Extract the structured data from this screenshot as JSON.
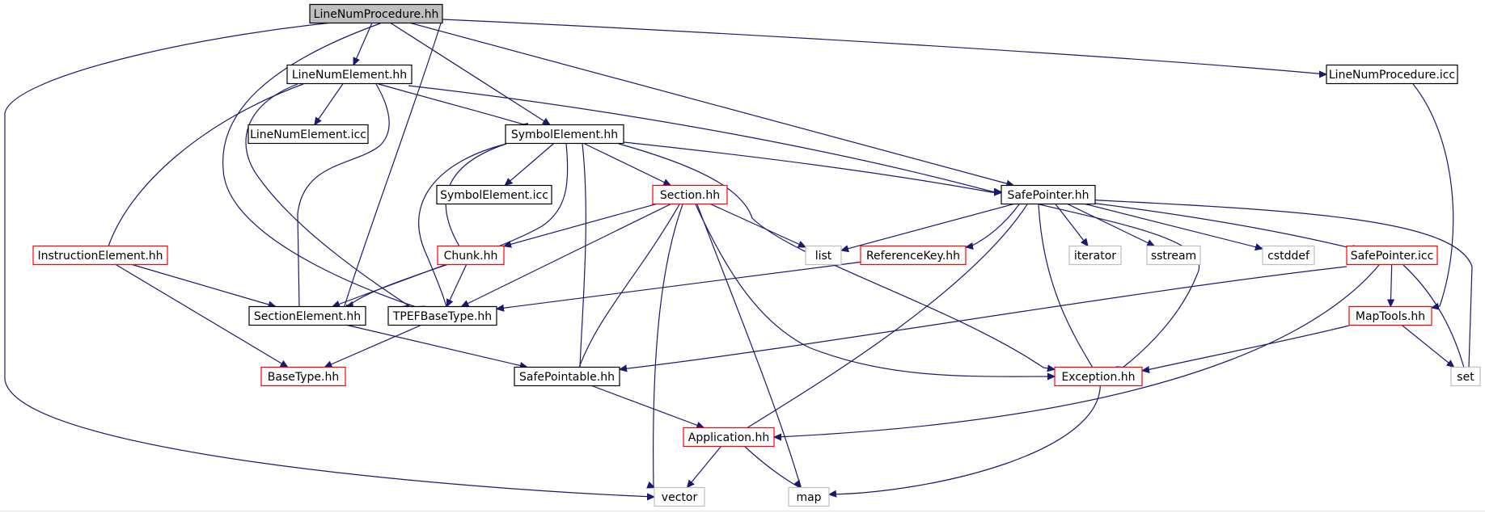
{
  "colors": {
    "edge": "#191970",
    "root_fill": "#bfbfbf",
    "root_border": "#000000",
    "documented_border": "#000000",
    "incomplete_border": "#ff0000",
    "external_border": "#bfbfbf",
    "node_fill": "#ffffff",
    "text": "#000000"
  },
  "nodes": [
    {
      "id": "LineNumProcedure_hh",
      "label": "LineNumProcedure.hh",
      "kind": "root"
    },
    {
      "id": "LineNumElement_hh",
      "label": "LineNumElement.hh",
      "kind": "documented"
    },
    {
      "id": "LineNumProcedure_icc",
      "label": "LineNumProcedure.icc",
      "kind": "documented"
    },
    {
      "id": "LineNumElement_icc",
      "label": "LineNumElement.icc",
      "kind": "documented"
    },
    {
      "id": "SymbolElement_hh",
      "label": "SymbolElement.hh",
      "kind": "documented"
    },
    {
      "id": "SymbolElement_icc",
      "label": "SymbolElement.icc",
      "kind": "documented"
    },
    {
      "id": "Section_hh",
      "label": "Section.hh",
      "kind": "incomplete"
    },
    {
      "id": "SafePointer_hh",
      "label": "SafePointer.hh",
      "kind": "documented"
    },
    {
      "id": "InstructionElement_hh",
      "label": "InstructionElement.hh",
      "kind": "incomplete"
    },
    {
      "id": "Chunk_hh",
      "label": "Chunk.hh",
      "kind": "incomplete"
    },
    {
      "id": "list",
      "label": "list",
      "kind": "external"
    },
    {
      "id": "ReferenceKey_hh",
      "label": "ReferenceKey.hh",
      "kind": "incomplete"
    },
    {
      "id": "iterator",
      "label": "iterator",
      "kind": "external"
    },
    {
      "id": "sstream",
      "label": "sstream",
      "kind": "external"
    },
    {
      "id": "cstddef",
      "label": "cstddef",
      "kind": "external"
    },
    {
      "id": "SafePointer_icc",
      "label": "SafePointer.icc",
      "kind": "incomplete"
    },
    {
      "id": "SectionElement_hh",
      "label": "SectionElement.hh",
      "kind": "documented"
    },
    {
      "id": "TPEFBaseType_hh",
      "label": "TPEFBaseType.hh",
      "kind": "documented"
    },
    {
      "id": "MapTools_hh",
      "label": "MapTools.hh",
      "kind": "incomplete"
    },
    {
      "id": "BaseType_hh",
      "label": "BaseType.hh",
      "kind": "incomplete"
    },
    {
      "id": "SafePointable_hh",
      "label": "SafePointable.hh",
      "kind": "documented"
    },
    {
      "id": "Exception_hh",
      "label": "Exception.hh",
      "kind": "incomplete"
    },
    {
      "id": "set",
      "label": "set",
      "kind": "external"
    },
    {
      "id": "Application_hh",
      "label": "Application.hh",
      "kind": "incomplete"
    },
    {
      "id": "vector",
      "label": "vector",
      "kind": "external"
    },
    {
      "id": "map",
      "label": "map",
      "kind": "external"
    }
  ],
  "edges": [
    {
      "from": "LineNumProcedure_hh",
      "to": "LineNumElement_hh"
    },
    {
      "from": "LineNumProcedure_hh",
      "to": "SymbolElement_hh"
    },
    {
      "from": "LineNumProcedure_hh",
      "to": "SafePointer_hh"
    },
    {
      "from": "LineNumProcedure_hh",
      "to": "LineNumProcedure_icc"
    },
    {
      "from": "LineNumProcedure_hh",
      "to": "SectionElement_hh"
    },
    {
      "from": "LineNumProcedure_hh",
      "to": "TPEFBaseType_hh"
    },
    {
      "from": "LineNumProcedure_hh",
      "to": "vector"
    },
    {
      "from": "LineNumElement_hh",
      "to": "LineNumElement_icc"
    },
    {
      "from": "LineNumElement_hh",
      "to": "SymbolElement_hh"
    },
    {
      "from": "LineNumElement_hh",
      "to": "SafePointer_hh"
    },
    {
      "from": "LineNumElement_hh",
      "to": "InstructionElement_hh"
    },
    {
      "from": "LineNumElement_hh",
      "to": "SectionElement_hh"
    },
    {
      "from": "LineNumElement_hh",
      "to": "TPEFBaseType_hh"
    },
    {
      "from": "LineNumProcedure_icc",
      "to": "MapTools_hh"
    },
    {
      "from": "SymbolElement_hh",
      "to": "SymbolElement_icc"
    },
    {
      "from": "SymbolElement_hh",
      "to": "Section_hh"
    },
    {
      "from": "SymbolElement_hh",
      "to": "SafePointer_hh"
    },
    {
      "from": "SymbolElement_hh",
      "to": "Chunk_hh"
    },
    {
      "from": "SymbolElement_hh",
      "to": "SectionElement_hh"
    },
    {
      "from": "SymbolElement_hh",
      "to": "TPEFBaseType_hh"
    },
    {
      "from": "SymbolElement_hh",
      "to": "SafePointable_hh"
    },
    {
      "from": "SymbolElement_hh",
      "to": "Exception_hh"
    },
    {
      "from": "Section_hh",
      "to": "Chunk_hh"
    },
    {
      "from": "Section_hh",
      "to": "list"
    },
    {
      "from": "Section_hh",
      "to": "TPEFBaseType_hh"
    },
    {
      "from": "Section_hh",
      "to": "SafePointable_hh"
    },
    {
      "from": "Section_hh",
      "to": "Exception_hh"
    },
    {
      "from": "Section_hh",
      "to": "vector"
    },
    {
      "from": "Section_hh",
      "to": "map"
    },
    {
      "from": "SafePointer_hh",
      "to": "list"
    },
    {
      "from": "SafePointer_hh",
      "to": "ReferenceKey_hh"
    },
    {
      "from": "SafePointer_hh",
      "to": "iterator"
    },
    {
      "from": "SafePointer_hh",
      "to": "sstream"
    },
    {
      "from": "SafePointer_hh",
      "to": "cstddef"
    },
    {
      "from": "SafePointer_hh",
      "to": "SafePointer_icc"
    },
    {
      "from": "SafePointer_hh",
      "to": "set"
    },
    {
      "from": "SafePointer_hh",
      "to": "Application_hh"
    },
    {
      "from": "SafePointer_hh",
      "to": "Exception_hh"
    },
    {
      "from": "SafePointer_hh",
      "to": "map"
    },
    {
      "from": "InstructionElement_hh",
      "to": "SectionElement_hh"
    },
    {
      "from": "InstructionElement_hh",
      "to": "BaseType_hh"
    },
    {
      "from": "Chunk_hh",
      "to": "SectionElement_hh"
    },
    {
      "from": "Chunk_hh",
      "to": "TPEFBaseType_hh"
    },
    {
      "from": "ReferenceKey_hh",
      "to": "TPEFBaseType_hh"
    },
    {
      "from": "SafePointer_icc",
      "to": "MapTools_hh"
    },
    {
      "from": "SafePointer_icc",
      "to": "SafePointable_hh"
    },
    {
      "from": "SafePointer_icc",
      "to": "Application_hh"
    },
    {
      "from": "SafePointer_icc",
      "to": "set"
    },
    {
      "from": "SectionElement_hh",
      "to": "SafePointable_hh"
    },
    {
      "from": "TPEFBaseType_hh",
      "to": "BaseType_hh"
    },
    {
      "from": "MapTools_hh",
      "to": "Exception_hh"
    },
    {
      "from": "MapTools_hh",
      "to": "set"
    },
    {
      "from": "SafePointable_hh",
      "to": "Application_hh"
    },
    {
      "from": "Application_hh",
      "to": "vector"
    },
    {
      "from": "Application_hh",
      "to": "map"
    }
  ]
}
